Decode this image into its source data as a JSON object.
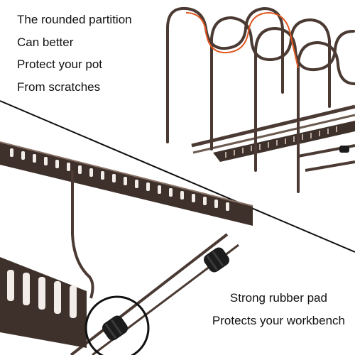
{
  "top_caption": {
    "lines": [
      "The rounded partition",
      "Can better",
      "Protect your pot",
      "From scratches"
    ]
  },
  "bottom_caption": {
    "lines": [
      "Strong rubber pad",
      "Protects your workbench"
    ]
  },
  "colors": {
    "rack_metal": "#4a3a33",
    "rack_highlight": "#8a7468",
    "accent_wire": "#e0561e",
    "divider_line": "#111111",
    "rubber_pad": "#1c1c1c"
  },
  "icons": [
    "rubber-pad-highlight-circle"
  ]
}
